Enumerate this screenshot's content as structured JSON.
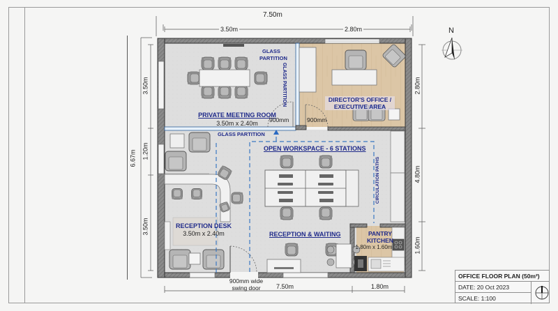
{
  "drawing": {
    "title": "OFFICE FLOOR PLAN (50m²)",
    "date": "DATE:  20 Oct 2023",
    "scale": "SCALE: 1:100",
    "north_label": "N"
  },
  "dimensions": {
    "top_overall": "7.50m",
    "top_left": "3.50m",
    "top_right": "2.80m",
    "left_overall": "6.67m",
    "left_top": "3.50m",
    "left_mid": "1.20m",
    "left_bottom": "3.50m",
    "right_top": "2.80m",
    "right_mid": "4.80m",
    "right_bottom": "1.60m",
    "bottom_overall": "7.50m",
    "bottom_right": "1.80m"
  },
  "rooms": {
    "meeting": {
      "name": "PRIVATE MEETING ROOM",
      "size": "3.50m x 2.40m"
    },
    "director": {
      "name_line1": "DIRECTOR'S OFFICE /",
      "name_line2": "EXECUTIVE AREA"
    },
    "workspace": {
      "name": "OPEN WORKSPACE - 6 STATIONS"
    },
    "reception_desk": {
      "name": "RECEPTION DESK",
      "size": "3.50m x 2.40m"
    },
    "reception_waiting": {
      "name": "RECEPTION & WAITING"
    },
    "pantry": {
      "name_line1": "PANTRY",
      "name_line2": "KITCHEN",
      "size": "1.80m x 1.60m"
    }
  },
  "annotations": {
    "glass_partition_line1": "GLASS",
    "glass_partition_line2": "PARTITION",
    "glass_partition_vertical": "GLASS PARTITION",
    "glass_partition_horizontal": "GLASS PARTITION",
    "circulation": "CIRCULATION PATHS",
    "door_meeting": "900mm",
    "door_director": "900mm",
    "door_entry_line1": "900mm wide",
    "door_entry_line2": "swing door"
  },
  "colors": {
    "label_blue": "#1f2a8a",
    "dash_blue": "#3a78c2",
    "wood": "#d9c3a2",
    "floor": "#dcdcdc",
    "wall": "#7d7d7d"
  }
}
